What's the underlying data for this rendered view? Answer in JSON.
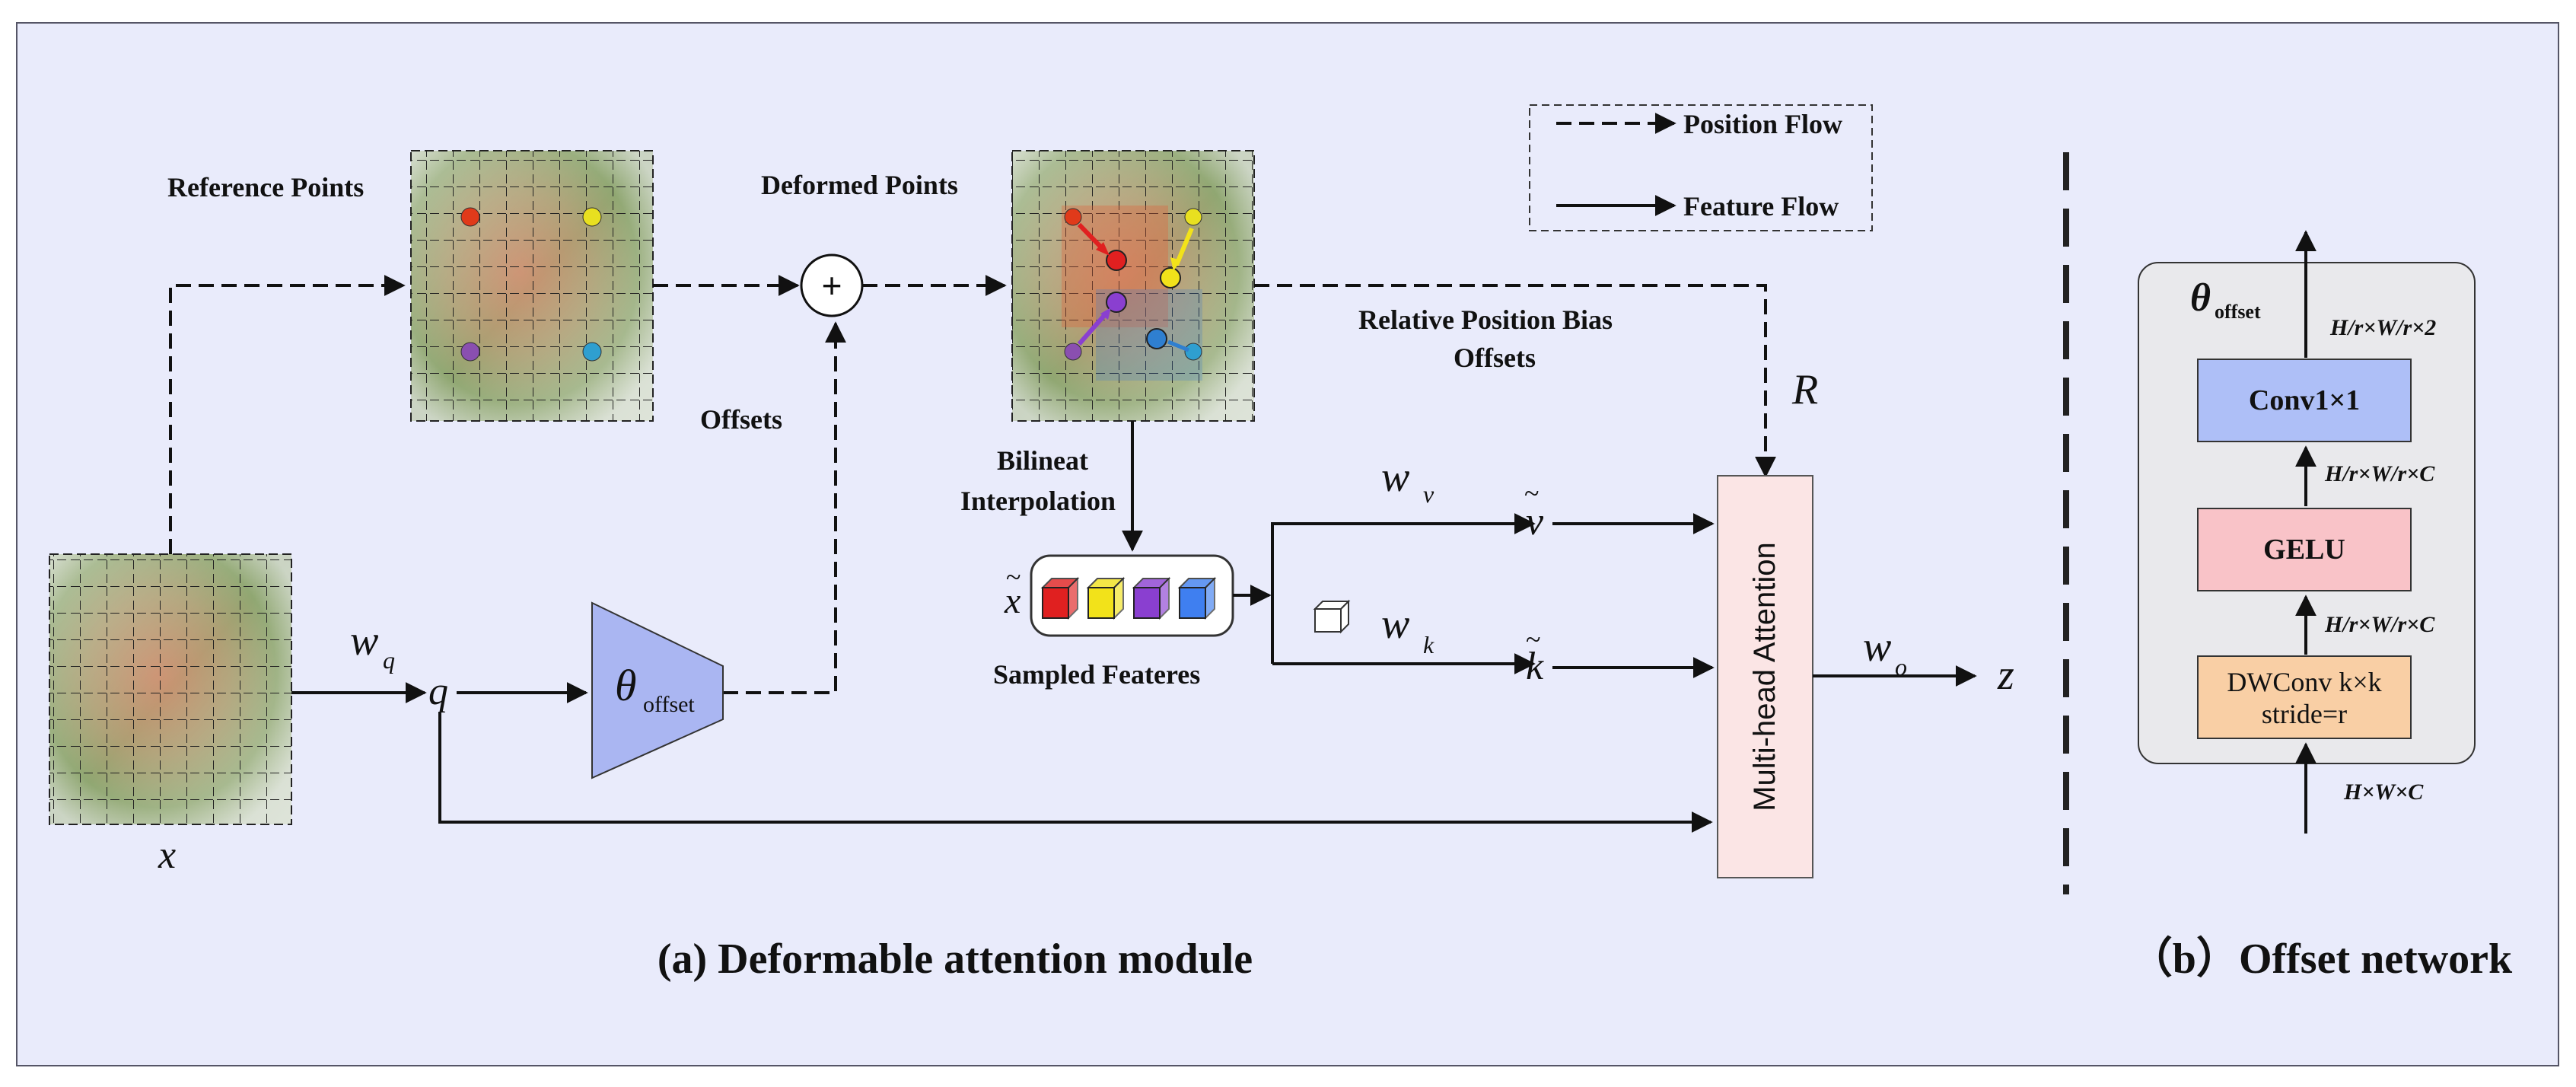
{
  "legend": {
    "position_flow": "Position Flow",
    "feature_flow": "Feature Flow"
  },
  "module_a": {
    "caption": "(a) Deformable attention module",
    "reference_points": "Reference Points",
    "deformed_points": "Deformed Points",
    "offsets": "Offsets",
    "relative_position_bias_1": "Relative Position Bias",
    "relative_position_bias_2": "Offsets",
    "bilinear_1": "Bilineat",
    "bilinear_2": "Interpolation",
    "sampled_features": "Sampled Feateres",
    "plus": "+",
    "input_x": "x",
    "query_q": "q",
    "w_q_base": "w",
    "w_q_sub": "q",
    "theta_base": "θ",
    "theta_sub": "offset",
    "x_tilde": "x",
    "w_v_base": "w",
    "w_v_sub": "v",
    "w_k_base": "w",
    "w_k_sub": "k",
    "v_tilde": "v",
    "k_tilde": "k",
    "R": "R",
    "attention": "Multi-head Attention",
    "w_o_base": "w",
    "w_o_sub": "o",
    "output_z": "z",
    "tilde": "~",
    "feature_colors": [
      "#e02020",
      "#f2e21a",
      "#8a3fd0",
      "#3f7ff0"
    ],
    "point_colors": [
      "#e03a1a",
      "#e8e020",
      "#8a4fb0",
      "#2f9fd0"
    ]
  },
  "module_b": {
    "caption": "（b）Offset network",
    "theta_base": "θ",
    "theta_sub": "offset",
    "conv1x1": "Conv1×1",
    "gelu": "GELU",
    "dwconv_1": "DWConv k×k",
    "dwconv_2": "stride=r",
    "dim_top": "H/r×W/r×2",
    "dim_mid1": "H/r×W/r×C",
    "dim_mid2": "H/r×W/r×C",
    "dim_bottom": "H×W×C"
  }
}
